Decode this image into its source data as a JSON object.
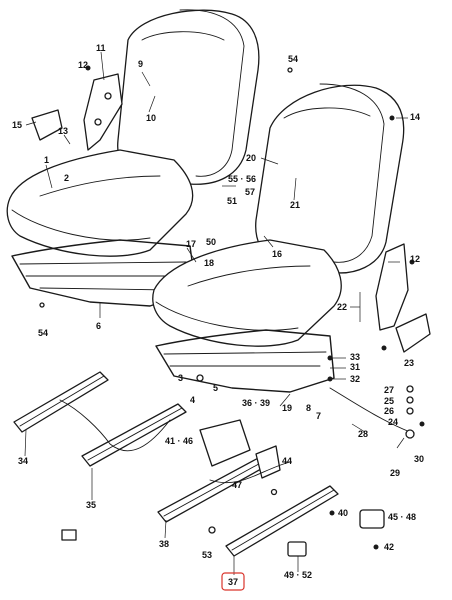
{
  "highlight_color": "#d9342b",
  "line_color": "#1a1a1a",
  "highlighted_label": "37",
  "labels": [
    "11",
    "12",
    "9",
    "10",
    "54",
    "15",
    "13",
    "14",
    "1",
    "2",
    "20",
    "55 · 56",
    "57",
    "51",
    "21",
    "17",
    "50",
    "16",
    "18",
    "12",
    "22",
    "54",
    "6",
    "33",
    "31",
    "32",
    "23",
    "3",
    "5",
    "4",
    "36 · 39",
    "19",
    "8",
    "7",
    "27",
    "25",
    "26",
    "24",
    "28",
    "34",
    "41 · 46",
    "44",
    "29",
    "30",
    "47",
    "35",
    "40",
    "45 · 48",
    "38",
    "53",
    "42",
    "37",
    "49 · 52"
  ]
}
